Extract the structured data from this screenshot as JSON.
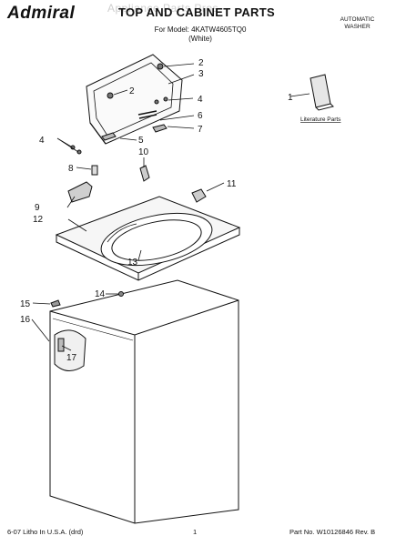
{
  "header": {
    "brand": "Admiral",
    "title": "TOP AND CABINET PARTS",
    "watermark": "Appliance Parts Pros",
    "model_line": "For Model: 4KATW4605TQ0",
    "color_line": "(White)",
    "product_type_line1": "AUTOMATIC",
    "product_type_line2": "WASHER"
  },
  "literature_label": "Literature Parts",
  "callouts": [
    "1",
    "2",
    "2",
    "3",
    "4",
    "4",
    "5",
    "6",
    "7",
    "8",
    "9",
    "10",
    "11",
    "12",
    "13",
    "14",
    "15",
    "16",
    "17"
  ],
  "footer": {
    "litho": "6-07 Litho In U.S.A. (drd)",
    "page": "1",
    "part_number": "Part No. W10126846 Rev. B"
  }
}
